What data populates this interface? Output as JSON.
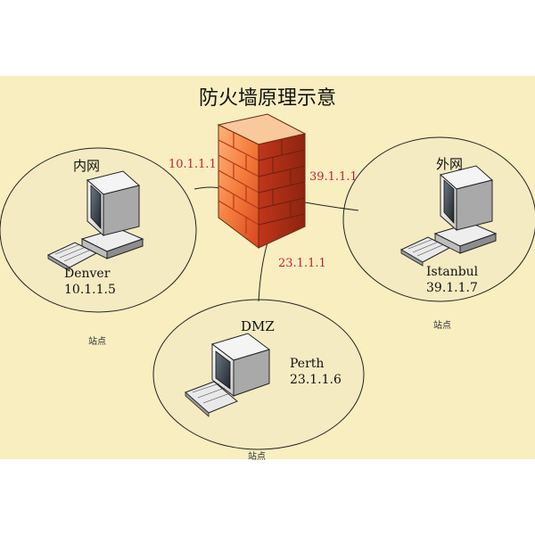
{
  "title": "防火墙原理示意",
  "firewall": {
    "icon": "firewall-brick-wall-icon"
  },
  "interfaces": {
    "internal": "10.1.1.1",
    "external": "39.1.1.1",
    "dmz": "23.1.1.1"
  },
  "zones": {
    "internal": {
      "label": "内网",
      "host_name": "Denver",
      "host_ip": "10.1.1.5",
      "site_label": "站点"
    },
    "external": {
      "label": "外网",
      "host_name": "Istanbul",
      "host_ip": "39.1.1.7",
      "site_label": "站点"
    },
    "dmz": {
      "label": "DMZ",
      "host_name": "Perth",
      "host_ip": "23.1.1.6",
      "site_label": "站点"
    }
  },
  "colors": {
    "background": "#f8eec0",
    "zone_fill": "#f5ebc2",
    "ip_label": "#c0213a",
    "firewall": "#f07a3a"
  }
}
